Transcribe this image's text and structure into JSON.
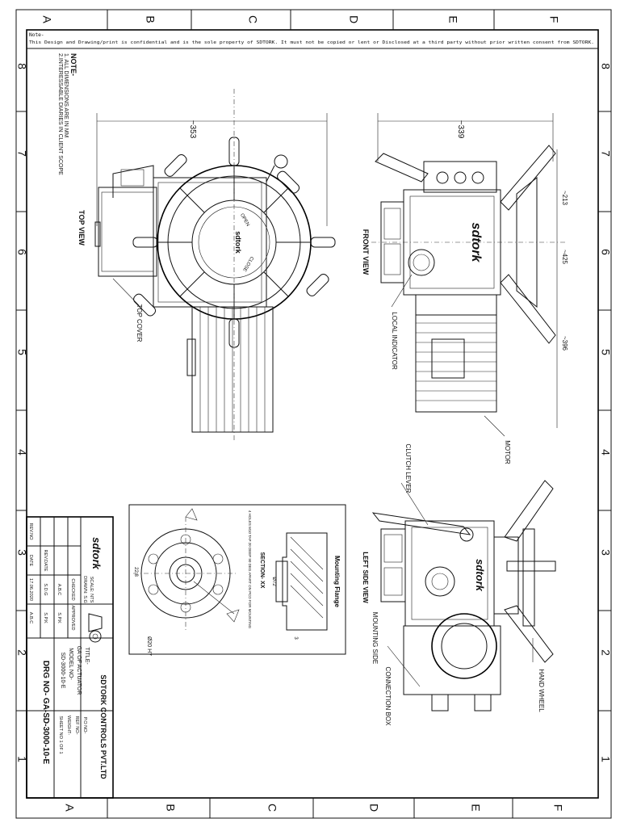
{
  "sheet": {
    "zones_top": [
      "A",
      "B",
      "C",
      "D",
      "E",
      "F"
    ],
    "zones_bottom": [
      "A",
      "B",
      "C",
      "D",
      "E",
      "F"
    ],
    "zones_left": [
      "8",
      "7",
      "6",
      "5",
      "4",
      "3",
      "2",
      "1"
    ],
    "zones_right": [
      "8",
      "7",
      "6",
      "5",
      "4",
      "3",
      "2",
      "1"
    ]
  },
  "note": {
    "label": "Note-",
    "text": "This Design and Drawing/print is confidential and is the sole property of SDTORK. It must  not be copied or lent or Disclosed at a third party without prior written consent from SDTORK."
  },
  "general_notes": {
    "title": "NOTE-",
    "line1": "1. ALL DIMENSIONS ARE IN MM",
    "line2": "2.INTERESSABLE DIARIES IN CLIENT SCOPE"
  },
  "views": {
    "top_view": "TOP VIEW",
    "front_view": "FRONT VIEW",
    "left_side_view": "LEFT SIDE VIEW",
    "mounting_flange": "Mounting Flange",
    "section": "SECTION- XX"
  },
  "dimensions": {
    "top_width": "~353",
    "front_width": "~339",
    "front_d213": "~213",
    "front_d425": "~425",
    "front_d396": "~396",
    "flange_pcd": "22.8",
    "flange_bore": "Ø20  H7",
    "flange_d1": "Ø72",
    "flange_d2": "3",
    "flange_note": "4 HOLES M10 TAP 20 DEEP 90 DEG APART ON PCD FOR MOUNTING"
  },
  "callouts": {
    "top_cover": "TOP COVER",
    "local_indicator": "LOCAL INDICATOR",
    "motor": "MOTOR",
    "clutch_lever": "CLUTCH LEVER",
    "hand_wheel": "HAND WHEEL",
    "mounting_side": "MOUNTING SIDE",
    "connection_box": "CONNECTION BOX",
    "brand_mark": "sdtork",
    "open": "OPEN",
    "close": "CLOSE"
  },
  "title_block": {
    "company": "SDTORK CONTROLS PVT.LTD",
    "logo": "sdtork",
    "scale_label": "SCALE: NTS",
    "drawn_label": "DRAWN: S.G",
    "checked_label": "CHECKED",
    "approved_label": "APPROVED",
    "rev_no_label": "REV.NO",
    "rev_date_label": "REV.DATE",
    "date_label": "DATE",
    "date_value": "17.06.2020",
    "checked_value": "S.D.G",
    "approved_value": "A.B.C",
    "date_init1": "A.B.C",
    "date_init2": "S.P.K",
    "approved_init": "S.P.K",
    "title_label": "TITLE-",
    "title_value": "GA OF ACTUATOR",
    "model_label": "MODEL NO-",
    "model_value": "SD-3000-10-E",
    "po_label": "P.O NO-",
    "ref_label": "REF NO-",
    "weight_label": "WEIGHT-",
    "sheet_label": "SHEET NO 1 OF 1",
    "drg_no": "DRG NO- GA-SD-3000-10-E"
  }
}
